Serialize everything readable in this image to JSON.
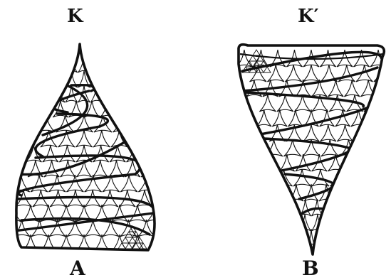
{
  "labels": {
    "top_left": "K",
    "top_right": "K′",
    "bottom_left": "A",
    "bottom_right": "B"
  },
  "figures": [
    {
      "id": "A",
      "shape": "dome-pointed-up",
      "label_top": "K",
      "label_bottom": "A"
    },
    {
      "id": "B",
      "shape": "cone-pointed-down",
      "label_top": "K′",
      "label_bottom": "B"
    }
  ],
  "style": {
    "ink": "#111111",
    "background": "#ffffff"
  }
}
